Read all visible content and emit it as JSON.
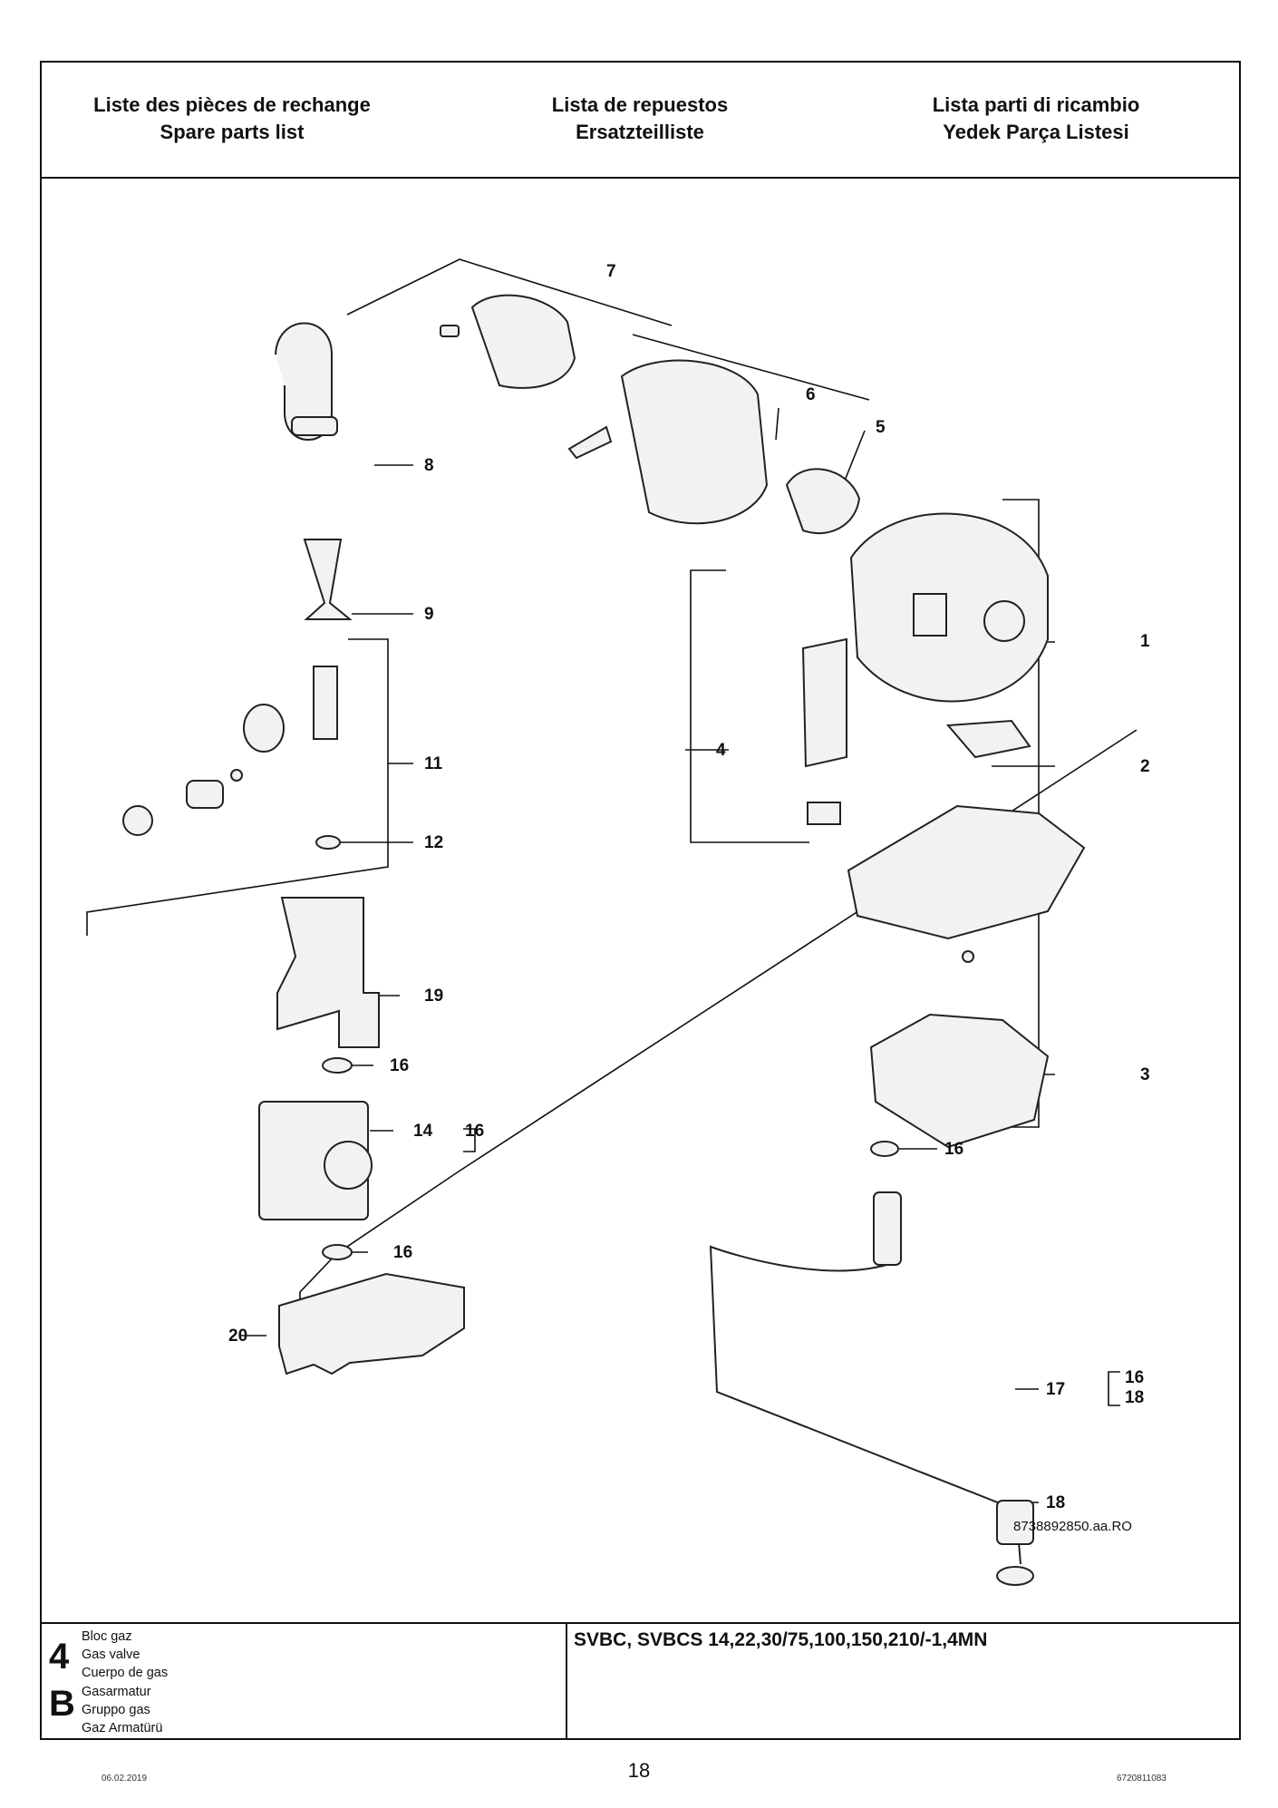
{
  "header": {
    "col1": [
      "Liste des pièces de rechange",
      "Spare parts list"
    ],
    "col2": [
      "Lista de repuestos",
      "Ersatzteilliste"
    ],
    "col3": [
      "Lista parti di ricambio",
      "Yedek Parça Listesi"
    ]
  },
  "drawing": {
    "ref_code": "8738892850.aa.RO",
    "labels": {
      "p1": "1",
      "p2": "2",
      "p3": "3",
      "p4": "4",
      "p5": "5",
      "p6": "6",
      "p7": "7",
      "p8": "8",
      "p9": "9",
      "p11": "11",
      "p12": "12",
      "p14": "14",
      "p14_sub": "16",
      "p16a": "16",
      "p16b": "16",
      "p16c": "16",
      "p17": "17",
      "p17_sub1": "16",
      "p17_sub2": "18",
      "p18": "18",
      "p19": "19",
      "p20": "20"
    }
  },
  "footer": {
    "section_number": "4",
    "section_letter": "B",
    "names": [
      "Bloc gaz",
      "Gas valve",
      "Cuerpo de gas",
      "Gasarmatur",
      "Gruppo gas",
      "Gaz Armatürü"
    ],
    "model": "SVBC, SVBCS 14,22,30/75,100,150,210/-1,4MN"
  },
  "page": {
    "number": "18",
    "date": "06.02.2019",
    "doc_number": "6720811083"
  }
}
